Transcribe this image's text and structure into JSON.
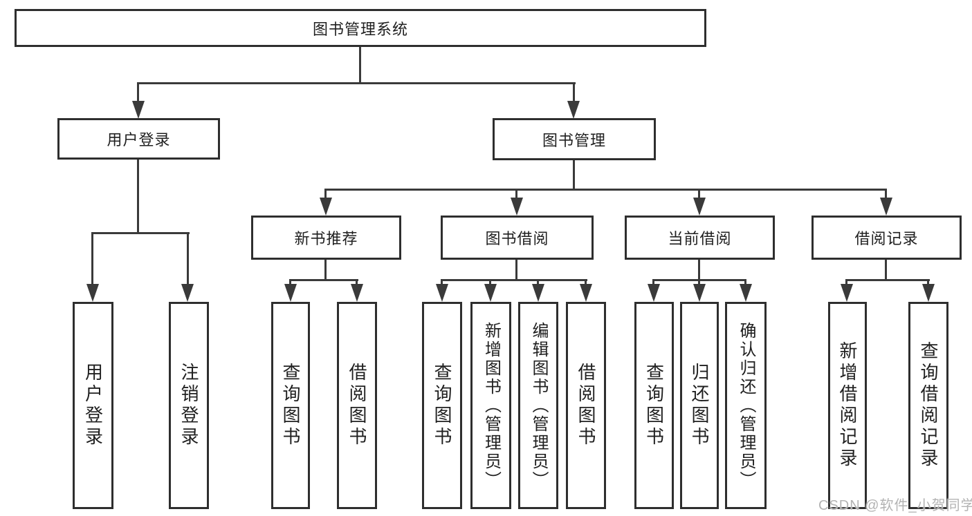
{
  "diagram_type": "hierarchy-tree",
  "colors": {
    "background": "#ffffff",
    "box_border": "#2e2e2e",
    "line": "#3a3a3a",
    "text": "#1f1f1f",
    "watermark": "#b3b3b3"
  },
  "tree": {
    "root": "图书管理系统",
    "children": [
      {
        "label": "用户登录",
        "children": [
          "用户登录",
          "注销登录"
        ]
      },
      {
        "label": "图书管理",
        "children": [
          {
            "label": "新书推荐",
            "children": [
              "查询图书",
              "借阅图书"
            ]
          },
          {
            "label": "图书借阅",
            "children": [
              "查询图书",
              "新增图书（管理员）",
              "编辑图书（管理员）",
              "借阅图书"
            ]
          },
          {
            "label": "当前借阅",
            "children": [
              "查询图书",
              "归还图书",
              "确认归还（管理员）"
            ]
          },
          {
            "label": "借阅记录",
            "children": [
              "新增借阅记录",
              "查询借阅记录"
            ]
          }
        ]
      }
    ]
  },
  "watermark": {
    "text": "CSDN @软件_小贺同学"
  }
}
